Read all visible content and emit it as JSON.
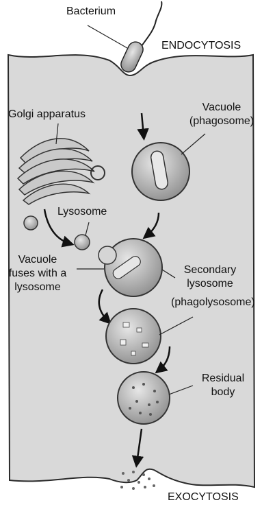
{
  "labels": {
    "bacterium": "Bacterium",
    "endocytosis": "ENDOCYTOSIS",
    "golgi": "Golgi apparatus",
    "vacuole_phagosome_1": "Vacuole",
    "vacuole_phagosome_2": "(phagosome)",
    "lysosome": "Lysosome",
    "vacuole_fuses_1": "Vacuole",
    "vacuole_fuses_2": "fuses with a",
    "vacuole_fuses_3": "lysosome",
    "secondary_1": "Secondary",
    "secondary_2": "lysosome",
    "phagolysosome": "(phagolysosome)",
    "residual_1": "Residual",
    "residual_2": "body",
    "exocytosis": "EXOCYTOSIS"
  },
  "colors": {
    "cytoplasm": "#d9d9d9",
    "membrane": "#2a2a2a",
    "vesicle_fill": "#bdbdbd",
    "text": "#111111"
  }
}
